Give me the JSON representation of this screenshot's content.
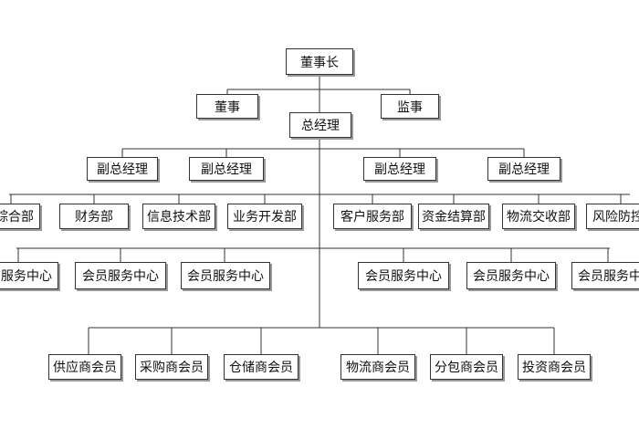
{
  "chart": {
    "chairman": "董事长",
    "director": "董事",
    "supervisor": "监事",
    "general_manager": "总经理",
    "vice_gms": [
      "副总经理",
      "副总经理",
      "副总经理",
      "副总经理"
    ],
    "departments": [
      "综合部",
      "财务部",
      "信息技术部",
      "业务开发部",
      "客户服务部",
      "资金结算部",
      "物流交收部",
      "风险防控部"
    ],
    "service_centers": [
      "会员服务中心",
      "会员服务中心",
      "会员服务中心",
      "会员服务中心",
      "会员服务中心",
      "会员服务中心"
    ],
    "members": [
      "供应商会员",
      "采购商会员",
      "仓储商会员",
      "物流商会员",
      "分包商会员",
      "投资商会员"
    ]
  }
}
